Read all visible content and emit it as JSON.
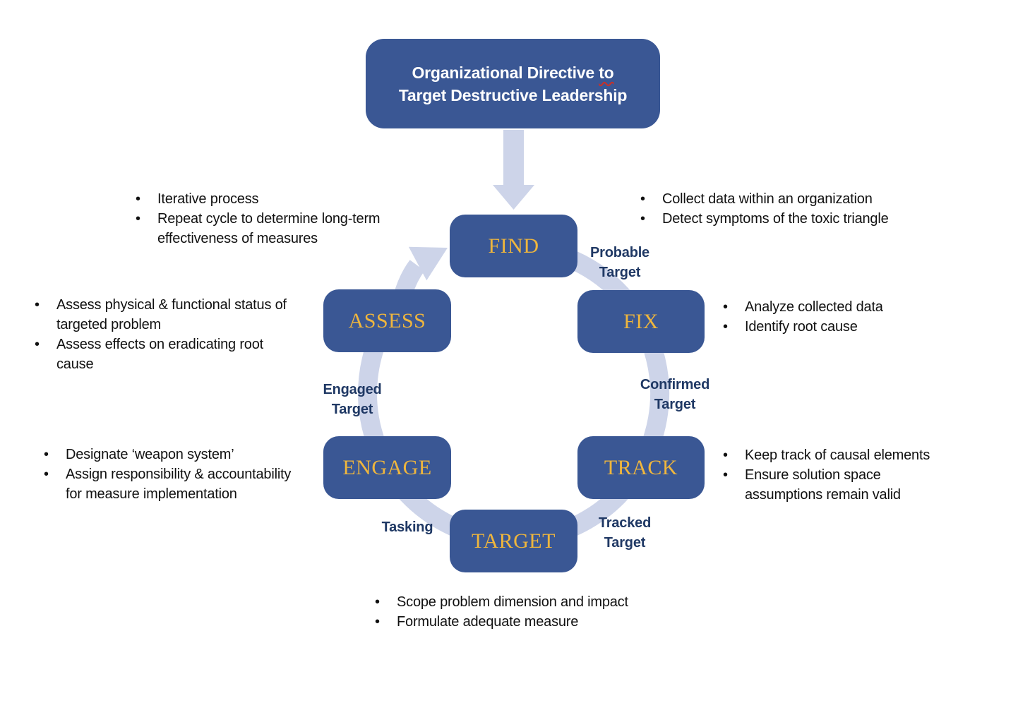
{
  "colors": {
    "box_fill": "#3A5794",
    "box_text": "#EFB63D",
    "title_text": "#FFFFFF",
    "label_navy": "#1F3864",
    "arc": "#CDD4E9",
    "bullet_text": "#111111",
    "squiggle": "#CC2F26"
  },
  "header": {
    "line1_pre": "Organizational Directive ",
    "line1_misspelled": "to",
    "line2": "Target Destructive Leadership"
  },
  "cycle": {
    "stages": [
      {
        "id": "find",
        "label": "FIND"
      },
      {
        "id": "fix",
        "label": "FIX"
      },
      {
        "id": "track",
        "label": "TRACK"
      },
      {
        "id": "target",
        "label": "TARGET"
      },
      {
        "id": "engage",
        "label": "ENGAGE"
      },
      {
        "id": "assess",
        "label": "ASSESS"
      }
    ],
    "transitions": [
      {
        "id": "probable-target",
        "label": "Probable\nTarget"
      },
      {
        "id": "confirmed-target",
        "label": "Confirmed\nTarget"
      },
      {
        "id": "tracked-target",
        "label": "Tracked\nTarget"
      },
      {
        "id": "tasking",
        "label": "Tasking"
      },
      {
        "id": "engaged-target",
        "label": "Engaged\nTarget"
      }
    ]
  },
  "annotations": {
    "iterative": {
      "items": [
        "Iterative process",
        "Repeat cycle to determine long-term\neffectiveness of measures"
      ]
    },
    "find": {
      "items": [
        "Collect data within an organization",
        "Detect symptoms of the toxic triangle"
      ]
    },
    "fix": {
      "items": [
        "Analyze collected data",
        "Identify root cause"
      ]
    },
    "track": {
      "items": [
        "Keep track of causal elements",
        "Ensure solution space\nassumptions remain valid"
      ]
    },
    "target": {
      "items": [
        "Scope problem dimension and impact",
        "Formulate adequate measure"
      ]
    },
    "engage": {
      "items": [
        "Designate ‘weapon system’",
        "Assign responsibility & accountability\nfor measure implementation"
      ]
    },
    "assess": {
      "items": [
        "Assess physical & functional status of\ntargeted problem",
        "Assess effects on eradicating root\ncause"
      ]
    }
  }
}
